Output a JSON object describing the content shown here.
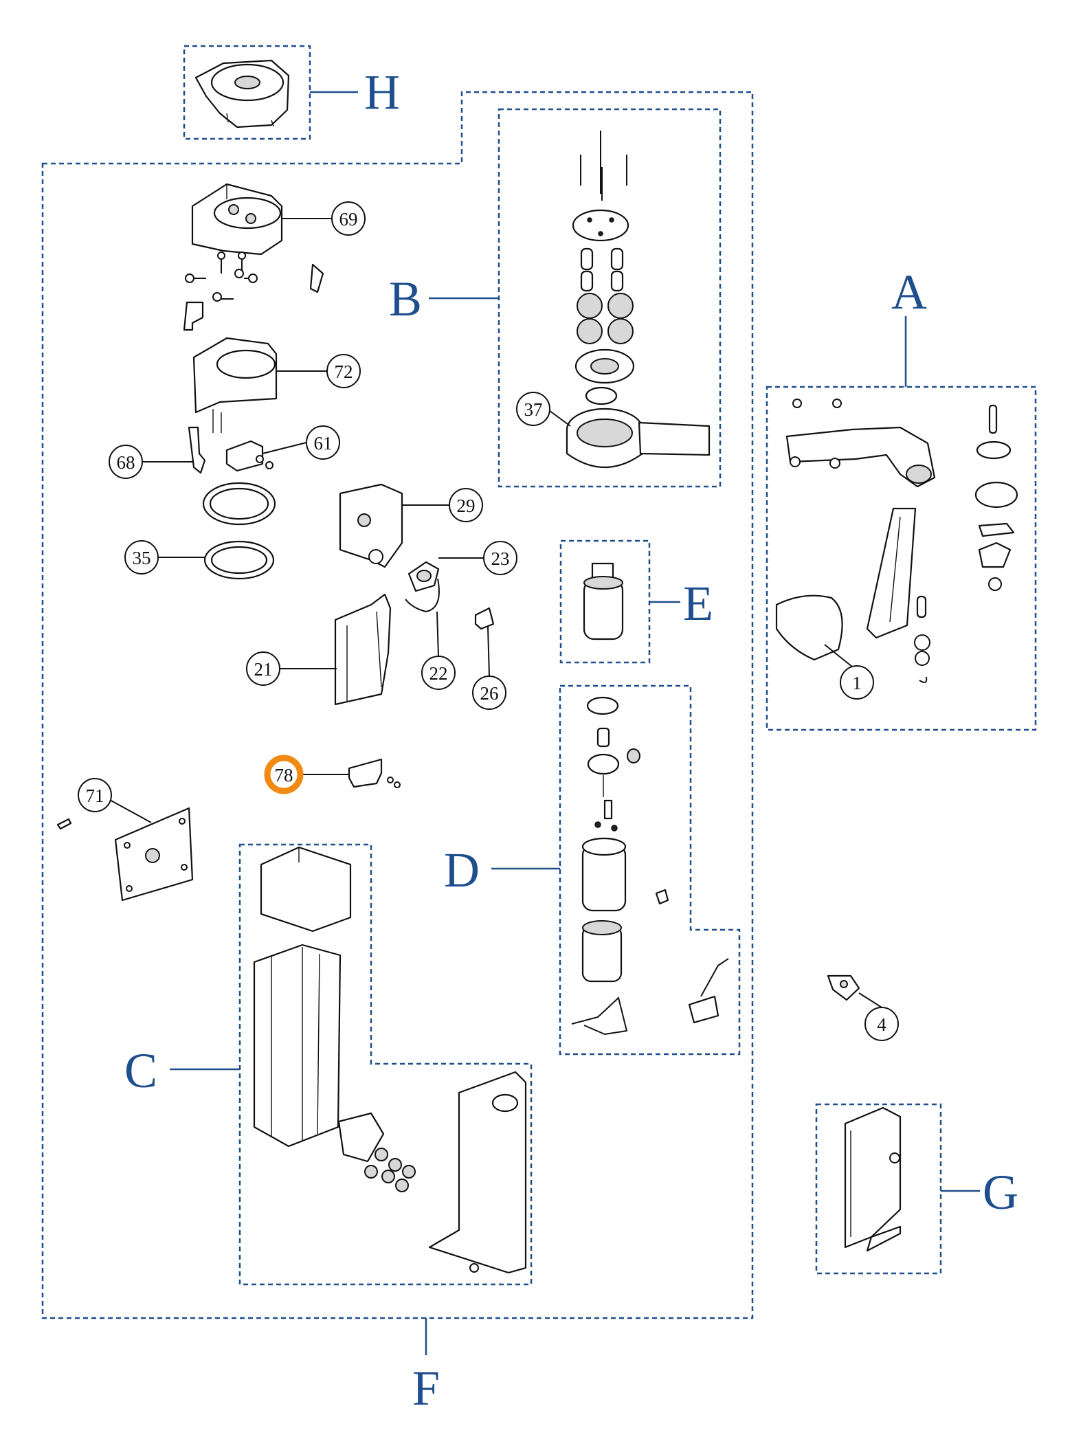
{
  "diagram": {
    "groups": [
      {
        "id": "A",
        "label": "A"
      },
      {
        "id": "B",
        "label": "B"
      },
      {
        "id": "C",
        "label": "C"
      },
      {
        "id": "D",
        "label": "D"
      },
      {
        "id": "E",
        "label": "E"
      },
      {
        "id": "F",
        "label": "F"
      },
      {
        "id": "G",
        "label": "G"
      },
      {
        "id": "H",
        "label": "H"
      }
    ],
    "part_numbers": [
      {
        "id": "69",
        "label": "69"
      },
      {
        "id": "72",
        "label": "72"
      },
      {
        "id": "61",
        "label": "61"
      },
      {
        "id": "68",
        "label": "68"
      },
      {
        "id": "29",
        "label": "29"
      },
      {
        "id": "35",
        "label": "35"
      },
      {
        "id": "23",
        "label": "23"
      },
      {
        "id": "21",
        "label": "21"
      },
      {
        "id": "22",
        "label": "22"
      },
      {
        "id": "26",
        "label": "26"
      },
      {
        "id": "78",
        "label": "78",
        "highlighted": true
      },
      {
        "id": "71",
        "label": "71"
      },
      {
        "id": "37",
        "label": "37"
      },
      {
        "id": "1",
        "label": "1"
      },
      {
        "id": "4",
        "label": "4"
      }
    ],
    "colors": {
      "group_outline": "#1f4e8c",
      "highlight": "#f08a12",
      "line_art": "#111111"
    }
  }
}
